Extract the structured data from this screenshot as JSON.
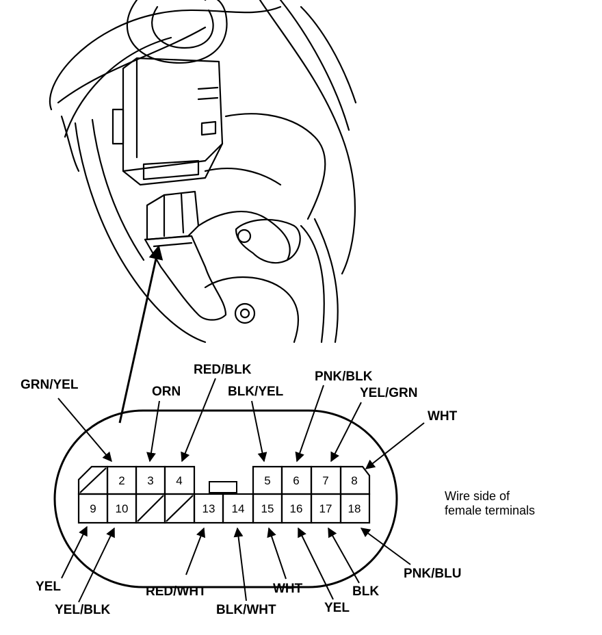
{
  "caption": [
    "Wire side of",
    "female terminals"
  ],
  "terminals": {
    "t2": "2",
    "t3": "3",
    "t4": "4",
    "t5": "5",
    "t6": "6",
    "t7": "7",
    "t8": "8",
    "t9": "9",
    "t10": "10",
    "t13": "13",
    "t14": "14",
    "t15": "15",
    "t16": "16",
    "t17": "17",
    "t18": "18"
  },
  "wires": {
    "w1": "GRN/YEL",
    "w3": "ORN",
    "w4": "RED/BLK",
    "w5": "BLK/YEL",
    "w6": "PNK/BLK",
    "w7": "YEL/GRN",
    "w8": "WHT",
    "w9": "YEL",
    "w10": "YEL/BLK",
    "w13": "RED/WHT",
    "w14": "BLK/WHT",
    "w15": "WHT",
    "w16": "YEL",
    "w17": "BLK",
    "w18": "PNK/BLU"
  }
}
